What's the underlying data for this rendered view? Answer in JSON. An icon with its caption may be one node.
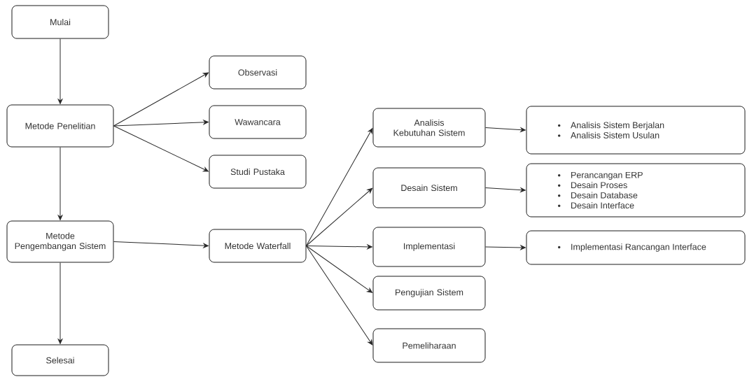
{
  "diagram": {
    "nodes": [
      {
        "text": [
          "Mulai"
        ]
      },
      {
        "text": [
          "Metode Penelitian"
        ]
      },
      {
        "text": [
          "Observasi"
        ]
      },
      {
        "text": [
          "Wawancara"
        ]
      },
      {
        "text": [
          "Studi Pustaka"
        ]
      },
      {
        "text": [
          "Metode Pengembangan Sistem"
        ]
      },
      {
        "text": [
          "Metode Waterfall"
        ]
      },
      {
        "text": [
          "Analisis Kebutuhan Sistem"
        ]
      },
      {
        "text": [
          "Desain Sistem"
        ]
      },
      {
        "text": [
          "Implementasi"
        ]
      },
      {
        "text": [
          "Pengujian Sistem"
        ]
      },
      {
        "text": [
          "Pemeliharaan"
        ]
      },
      {
        "text": [
          "Analisis Sistem Berjalan",
          "Analisis Sistem Usulan"
        ]
      },
      {
        "text": [
          "Perancangan ERP",
          "Desain Proses",
          "Desain Database",
          "Desain Interface"
        ]
      },
      {
        "text": [
          "Implementasi  Rancangan Interface"
        ]
      },
      {
        "text": [
          "Selesai"
        ]
      }
    ],
    "edges": [
      {
        "from": 0,
        "to": 1,
        "arrow": "to"
      },
      {
        "from": 1,
        "to": 2,
        "arrow": "to"
      },
      {
        "from": 1,
        "to": 3,
        "arrow": "to"
      },
      {
        "from": 1,
        "to": 4,
        "arrow": "to"
      },
      {
        "from": 1,
        "to": 5,
        "arrow": "to"
      },
      {
        "from": 5,
        "to": 6,
        "arrow": "to"
      },
      {
        "from": 5,
        "to": 15,
        "arrow": "to"
      },
      {
        "from": 6,
        "to": 7,
        "arrow": "to"
      },
      {
        "from": 6,
        "to": 8,
        "arrow": "to"
      },
      {
        "from": 6,
        "to": 9,
        "arrow": "to"
      },
      {
        "from": 6,
        "to": 10,
        "arrow": "to"
      },
      {
        "from": 6,
        "to": 11,
        "arrow": "to"
      },
      {
        "from": 7,
        "to": 12,
        "arrow": "to"
      },
      {
        "from": 8,
        "to": 13,
        "arrow": "to"
      },
      {
        "from": 9,
        "to": 14,
        "arrow": "to"
      }
    ]
  }
}
